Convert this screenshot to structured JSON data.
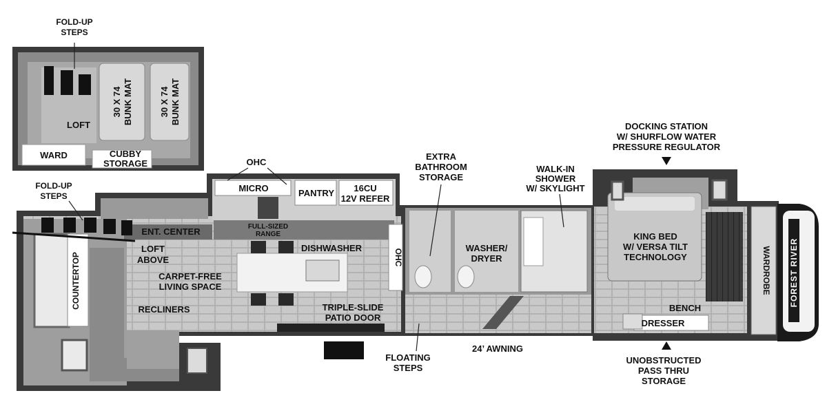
{
  "labels": {
    "fold_up_steps_top": [
      "FOLD-UP",
      "STEPS"
    ],
    "bunk_mat_1": [
      "30 X 74",
      "BUNK MAT"
    ],
    "bunk_mat_2": [
      "30 X 74",
      "BUNK MAT"
    ],
    "loft": "LOFT",
    "ward": "WARD",
    "cubby_storage": [
      "CUBBY",
      "STORAGE"
    ],
    "ohc_top": "OHC",
    "micro": "MICRO",
    "pantry": "PANTRY",
    "refer": [
      "16CU",
      "12V REFER"
    ],
    "extra_bathroom_storage": [
      "EXTRA",
      "BATHROOM",
      "STORAGE"
    ],
    "walk_in_shower": [
      "WALK-IN",
      "SHOWER",
      "W/ SKYLIGHT"
    ],
    "docking_station": [
      "DOCKING STATION",
      "W/ SHURFLOW WATER",
      "PRESSURE REGULATOR"
    ],
    "fold_up_steps_left": [
      "FOLD-UP",
      "STEPS"
    ],
    "ent_center": "ENT. CENTER",
    "full_sized_range": [
      "FULL-SIZED",
      "RANGE"
    ],
    "dishwasher": "DISHWASHER",
    "ohc_side": "OHC",
    "washer_dryer": [
      "WASHER/",
      "DRYER"
    ],
    "king_bed": [
      "KING BED",
      "W/ VERSA TILT",
      "TECHNOLOGY"
    ],
    "wardrobe": "WARDROBE",
    "loft_above": [
      "LOFT",
      "ABOVE"
    ],
    "carpet_free": [
      "CARPET-FREE",
      "LIVING SPACE"
    ],
    "countertop": "COUNTERTOP",
    "recliners": "RECLINERS",
    "triple_slide": [
      "TRIPLE-SLIDE",
      "PATIO DOOR"
    ],
    "bench": "BENCH",
    "dresser": "DRESSER",
    "floating_steps": [
      "FLOATING",
      "STEPS"
    ],
    "awning": "24’ AWNING",
    "pass_thru": [
      "UNOBSTRUCTED",
      "PASS THRU",
      "STORAGE"
    ],
    "brand": "FOREST RIVER"
  }
}
